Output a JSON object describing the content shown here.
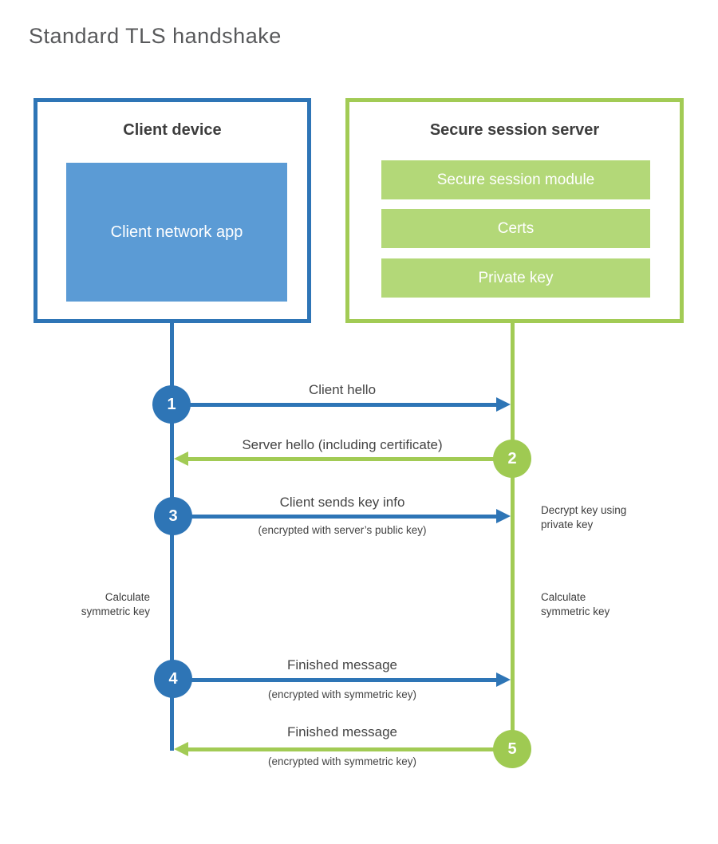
{
  "title": "Standard TLS handshake",
  "colors": {
    "blue": "#2e75b6",
    "blue_fill": "#5b9bd5",
    "green": "#a2cb55",
    "green_fill": "#b3d878",
    "text": "#3d3d3d"
  },
  "client": {
    "title": "Client device",
    "app_label": "Client network app"
  },
  "server": {
    "title": "Secure session server",
    "modules": [
      {
        "label": "Secure session module"
      },
      {
        "label": "Certs"
      },
      {
        "label": "Private key"
      }
    ]
  },
  "steps": [
    {
      "num": "1",
      "direction": "client-to-server",
      "label": "Client hello",
      "sub": ""
    },
    {
      "num": "2",
      "direction": "server-to-client",
      "label": "Server hello (including certificate)",
      "sub": ""
    },
    {
      "num": "3",
      "direction": "client-to-server",
      "label": "Client sends key info",
      "sub": "(encrypted with server’s public key)"
    },
    {
      "num": "4",
      "direction": "client-to-server",
      "label": "Finished message",
      "sub": "(encrypted with symmetric key)"
    },
    {
      "num": "5",
      "direction": "server-to-client",
      "label": "Finished message",
      "sub": "(encrypted with symmetric key)"
    }
  ],
  "annotations": {
    "decrypt": "Decrypt key using private key",
    "calculate_left": "Calculate symmetric key",
    "calculate_right": "Calculate symmetric key"
  }
}
